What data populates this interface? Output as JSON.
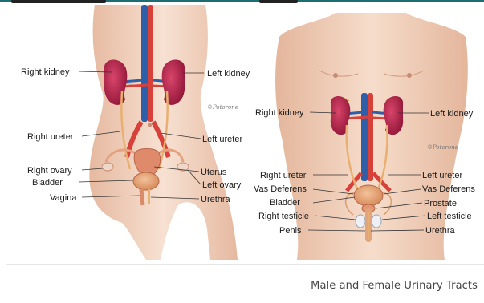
{
  "caption": "Male and Female Urinary Tracts",
  "female": {
    "labels": {
      "right_kidney": "Right kidney",
      "left_kidney": "Left kidney",
      "right_ureter": "Right ureter",
      "left_ureter": "Left ureter",
      "right_ovary": "Right ovary",
      "uterus": "Uterus",
      "bladder": "Bladder",
      "left_ovary": "Left ovary",
      "vagina": "Vagina",
      "urethra": "Urethra"
    }
  },
  "male": {
    "labels": {
      "right_kidney": "Right kidney",
      "left_kidney": "Left kidney",
      "right_ureter": "Right ureter",
      "left_ureter": "Left ureter",
      "vas_deferens_right": "Vas Deferens",
      "vas_deferens_left": "Vas Deferens",
      "bladder": "Bladder",
      "prostate": "Prostate",
      "right_testicle": "Right testicle",
      "left_testicle": "Left testicle",
      "penis": "Penis",
      "urethra": "Urethra"
    }
  },
  "colors": {
    "header_rule": "#1c6e72",
    "skin": "#f1d3bf",
    "kidney": "#b81f4a",
    "artery": "#d8403a",
    "vein": "#2f5fa8",
    "bladder": "#e29a6c",
    "ureter": "#e8b070"
  }
}
